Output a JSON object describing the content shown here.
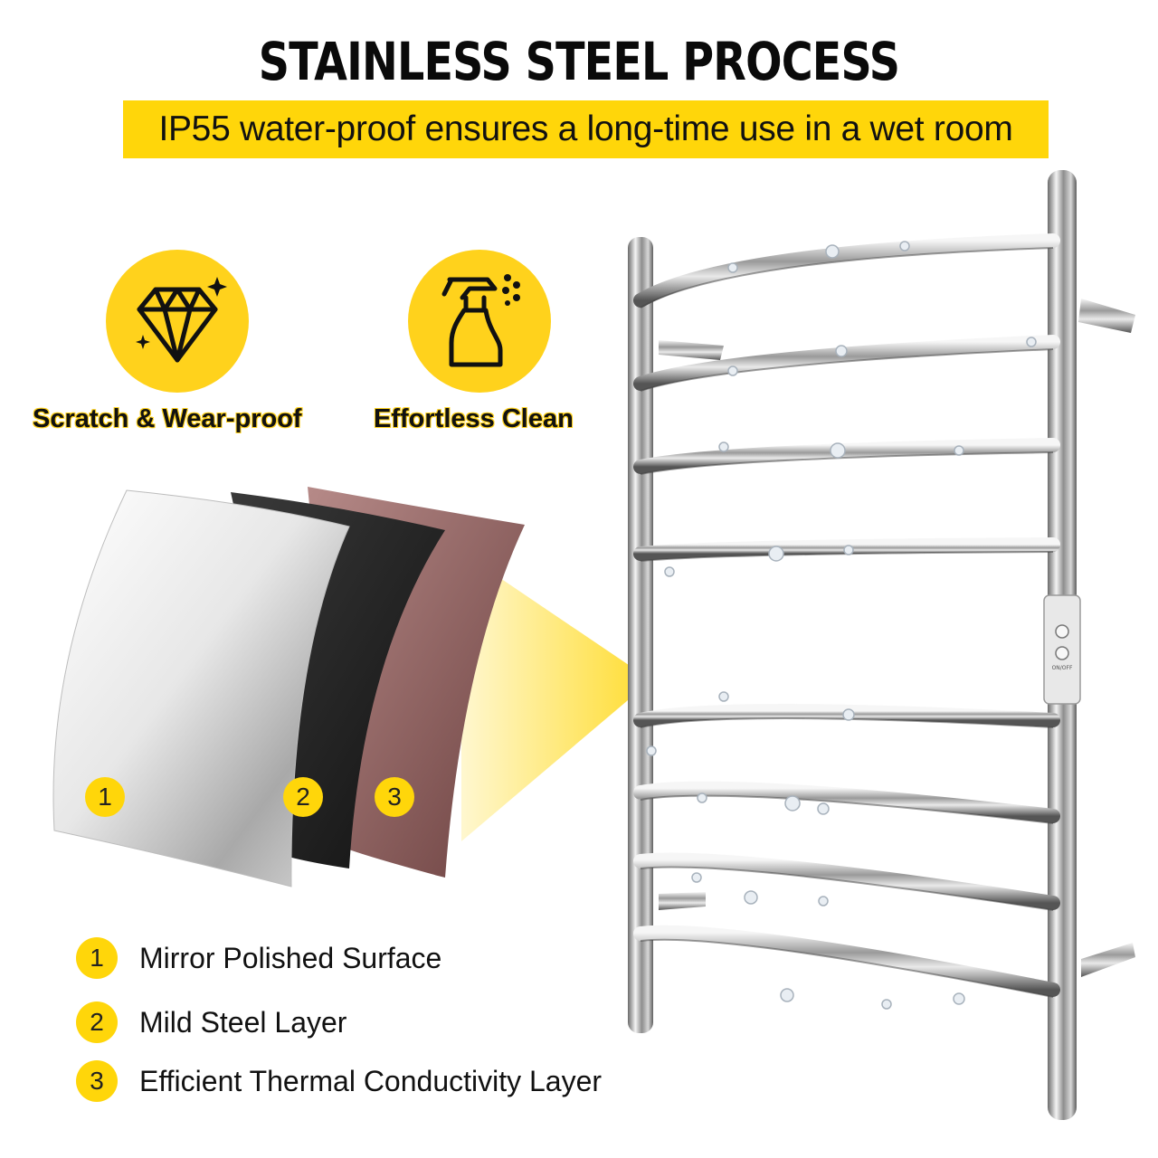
{
  "header": {
    "title": "STAINLESS STEEL PROCESS",
    "banner": "IP55 water-proof ensures a long-time use in a wet room"
  },
  "features": [
    {
      "icon": "diamond-icon",
      "label": "Scratch & Wear-proof"
    },
    {
      "icon": "spray-bottle-icon",
      "label": "Effortless Clean"
    }
  ],
  "layers": [
    {
      "number": "1",
      "label": "Mirror Polished Surface"
    },
    {
      "number": "2",
      "label": "Mild Steel Layer"
    },
    {
      "number": "3",
      "label": "Efficient Thermal Conductivity Layer"
    }
  ],
  "controller": {
    "power_label": "ON/OFF"
  },
  "colors": {
    "accent_yellow": "#ffd60a",
    "steel": "#c9c9c9",
    "mild_steel": "#1e1e1e",
    "copper_layer": "#8a5a5a"
  }
}
